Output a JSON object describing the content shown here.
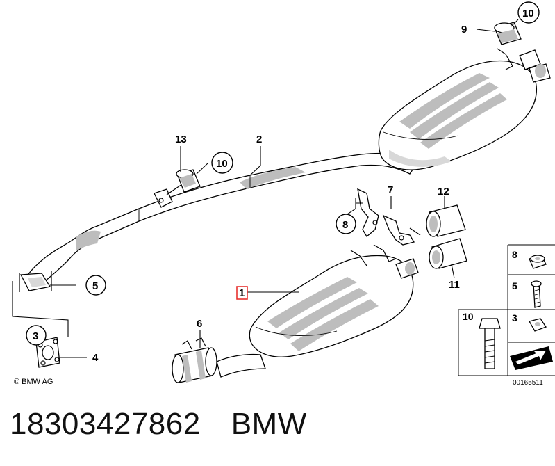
{
  "part_labels": {
    "p1": "1",
    "p2": "2",
    "p3": "3",
    "p4": "4",
    "p5": "5",
    "p6": "6",
    "p7": "7",
    "p8": "8",
    "p9": "9",
    "p10a": "10",
    "p10b": "10",
    "p11": "11",
    "p12": "12",
    "p13": "13"
  },
  "legend_labels": {
    "l8": "8",
    "l5": "5",
    "l10": "10",
    "l3": "3"
  },
  "copyright": "© BMW AG",
  "diagram_number": "00165511",
  "caption": {
    "part_number": "18303427862",
    "brand": "BMW"
  },
  "colors": {
    "highlight": "#e8322f",
    "shade": "#bdbdbd"
  }
}
